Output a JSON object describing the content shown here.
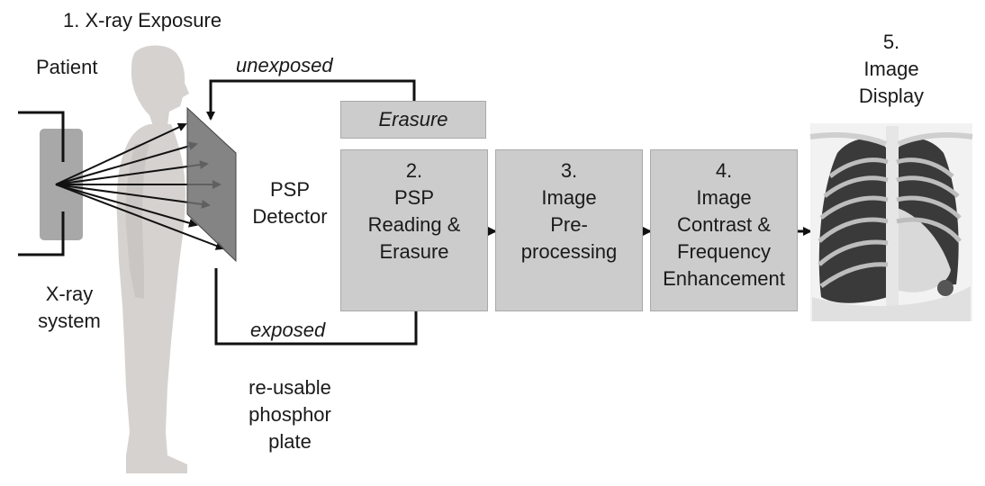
{
  "title": "1. X-ray Exposure",
  "patient_label": "Patient",
  "xray_system_label": "X-ray\nsystem",
  "detector_label": "PSP\nDetector",
  "plate_label": "re-usable\nphosphor\nplate",
  "unexposed_label": "unexposed",
  "exposed_label": "exposed",
  "erasure_label": "Erasure",
  "steps": [
    {
      "label": "2.\nPSP\nReading &\nErasure"
    },
    {
      "label": "3.\nImage\nPre-\nprocessing"
    },
    {
      "label": "4.\nImage\nContrast &\nFrequency\nEnhancement"
    }
  ],
  "display_label": "5.\nImage\nDisplay",
  "colors": {
    "box_fill": "#cccccc",
    "silhouette": "#d6d2cf",
    "xray_system": "#a8a8a8",
    "detector": "#707070"
  }
}
